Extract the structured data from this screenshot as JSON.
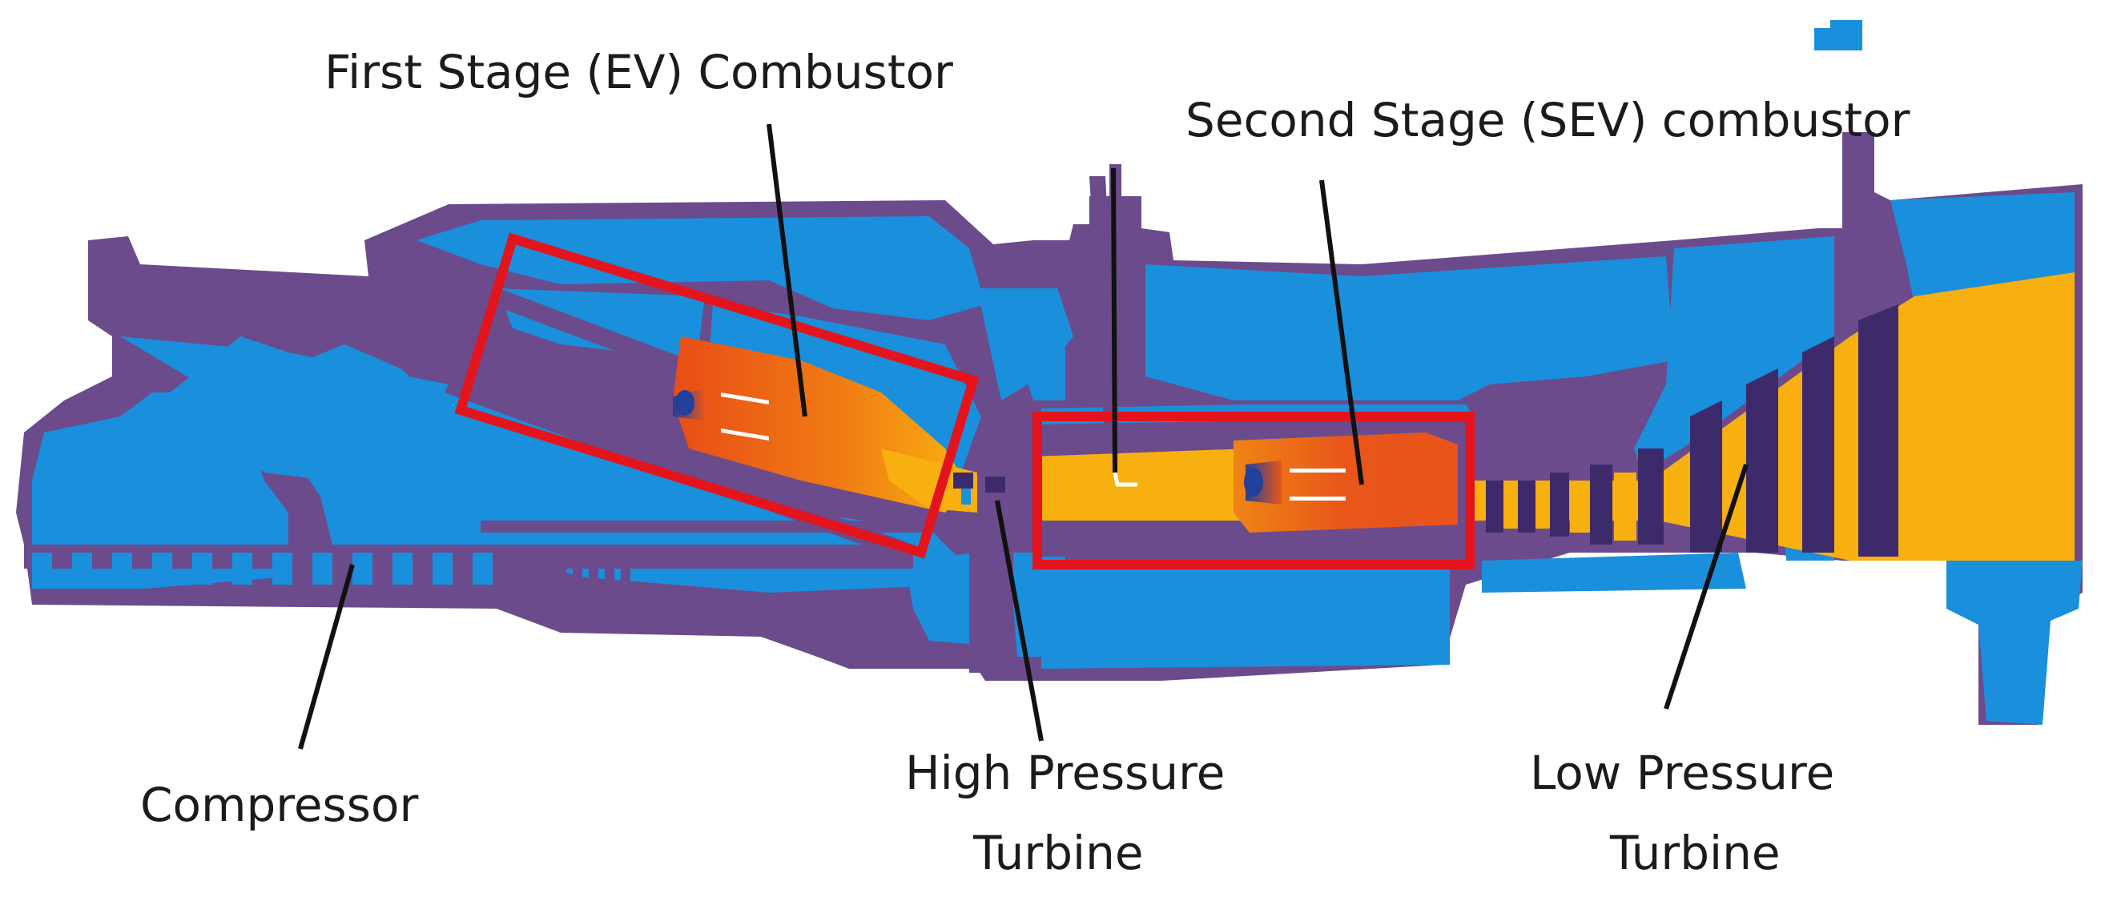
{
  "labels": {
    "first_stage": "First Stage (EV) Combustor",
    "second_stage": "Second Stage (SEV) combustor",
    "compressor": "Compressor",
    "hp_turbine_line1": "High Pressure",
    "hp_turbine_line2": "Turbine",
    "lp_turbine_line1": "Low Pressure",
    "lp_turbine_line2": "Turbine"
  },
  "colors": {
    "background": "#ffffff",
    "metal": "#6b4b8c",
    "cool_air": "#1a8fdc",
    "hot_gas": "#f7b00f",
    "flame_core": "#e84d16",
    "highlight_box": "#e3141c",
    "dark_blade": "#3d2a6b",
    "leader_line": "#111111",
    "text": "#1b1b1b"
  }
}
